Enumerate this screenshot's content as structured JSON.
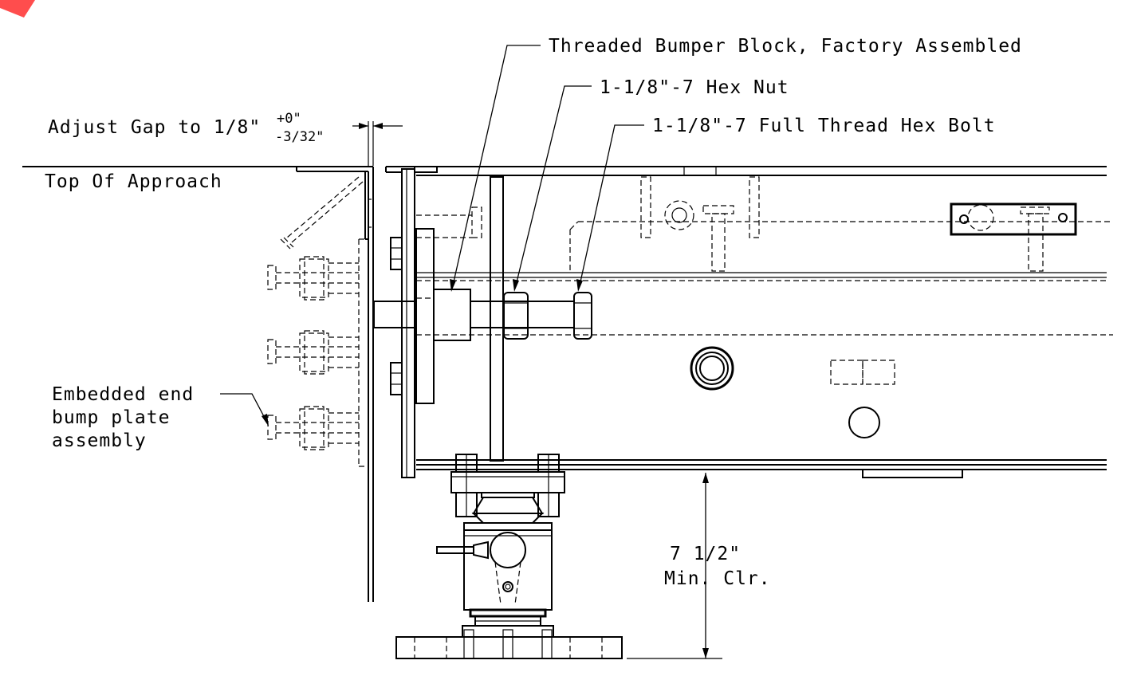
{
  "colors": {
    "line": "#000000",
    "background": "#ffffff",
    "corner_mark": "#ff4d4d"
  },
  "labels": {
    "bumper_block": "Threaded Bumper Block, Factory Assembled",
    "hex_nut": "1-1/8\"-7 Hex Nut",
    "hex_bolt": "1-1/8\"-7 Full Thread Hex Bolt",
    "adjust_gap": "Adjust Gap to 1/8\"",
    "tol_plus": "+0\"",
    "tol_minus": "-3/32\"",
    "top_of_approach": "Top Of Approach",
    "embedded_line1": "Embedded end",
    "embedded_line2": "bump plate",
    "embedded_line3": "assembly",
    "clearance_value": "7 1/2\"",
    "clearance_text": "Min. Clr."
  }
}
